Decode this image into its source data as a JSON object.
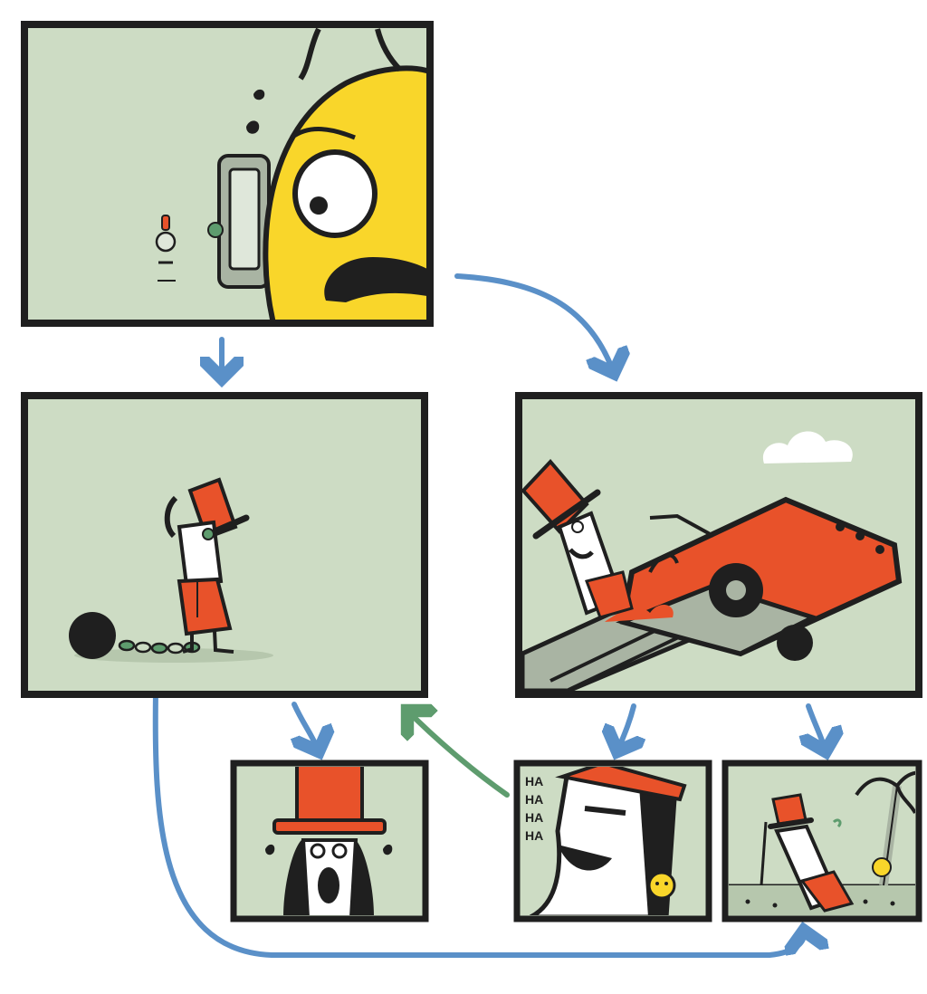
{
  "colors": {
    "panel_bg": "#cddcc4",
    "border": "#1f1f1f",
    "yellow": "#f9d62a",
    "red": "#e8522a",
    "arrow_blue": "#5a90c8",
    "arrow_green": "#5e9c6e",
    "skin": "#ffffff",
    "car_gray": "#a9b4a3",
    "cloud": "#ffffff"
  },
  "panels": [
    {
      "id": "panel-1",
      "scene": "yellow-monster-peeking"
    },
    {
      "id": "panel-2",
      "scene": "man-with-ball-and-chain"
    },
    {
      "id": "panel-3",
      "scene": "man-driving-car-off-ramp"
    },
    {
      "id": "panel-4",
      "scene": "man-screaming-closeup"
    },
    {
      "id": "panel-5",
      "scene": "man-laughing-closeup"
    },
    {
      "id": "panel-6",
      "scene": "man-crashed-on-beach"
    }
  ],
  "panel5": {
    "laugh_text": [
      "HA",
      "HA",
      "HA",
      "HA"
    ]
  },
  "icons": [
    "arrow-down-icon",
    "arrow-curve-icon"
  ]
}
